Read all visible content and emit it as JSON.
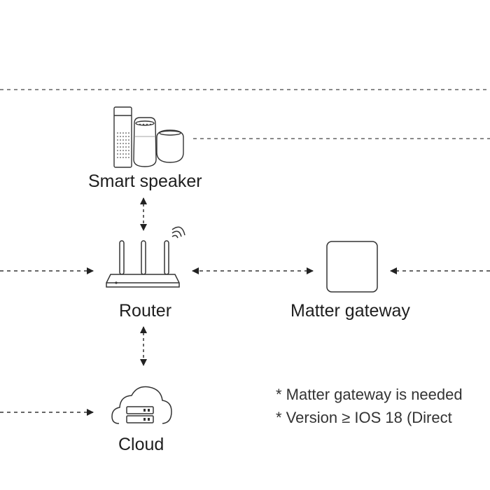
{
  "nodes": {
    "smart_speaker": {
      "label": "Smart speaker"
    },
    "router": {
      "label": "Router"
    },
    "matter_gateway": {
      "label": "Matter gateway"
    },
    "cloud": {
      "label": "Cloud"
    }
  },
  "notes": [
    "* Matter gateway is needed",
    "* Version ≥ IOS 18  (Direct"
  ],
  "colors": {
    "line": "#333333",
    "text": "#1e1e1e"
  }
}
